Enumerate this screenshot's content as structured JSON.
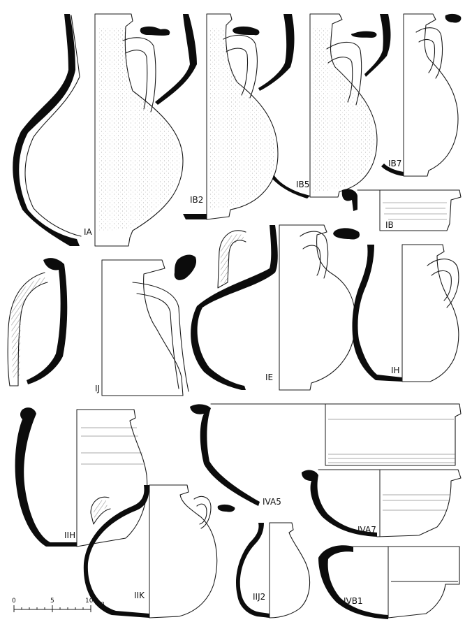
{
  "figure": {
    "labels": {
      "IA": "IA",
      "IB2": "IB2",
      "IB5": "IB5",
      "IB7": "IB7",
      "IB": "IB",
      "IJ": "IJ",
      "IE": "IE",
      "IH": "IH",
      "IIH": "IIH",
      "IIK": "IIK",
      "IVA5": "IVA5",
      "IVA7": "IVA7",
      "IIJ2": "IIJ2",
      "IVB1": "IVB1"
    },
    "scale": {
      "ticks": [
        "0",
        "5",
        "10"
      ],
      "unit": "cm"
    }
  }
}
